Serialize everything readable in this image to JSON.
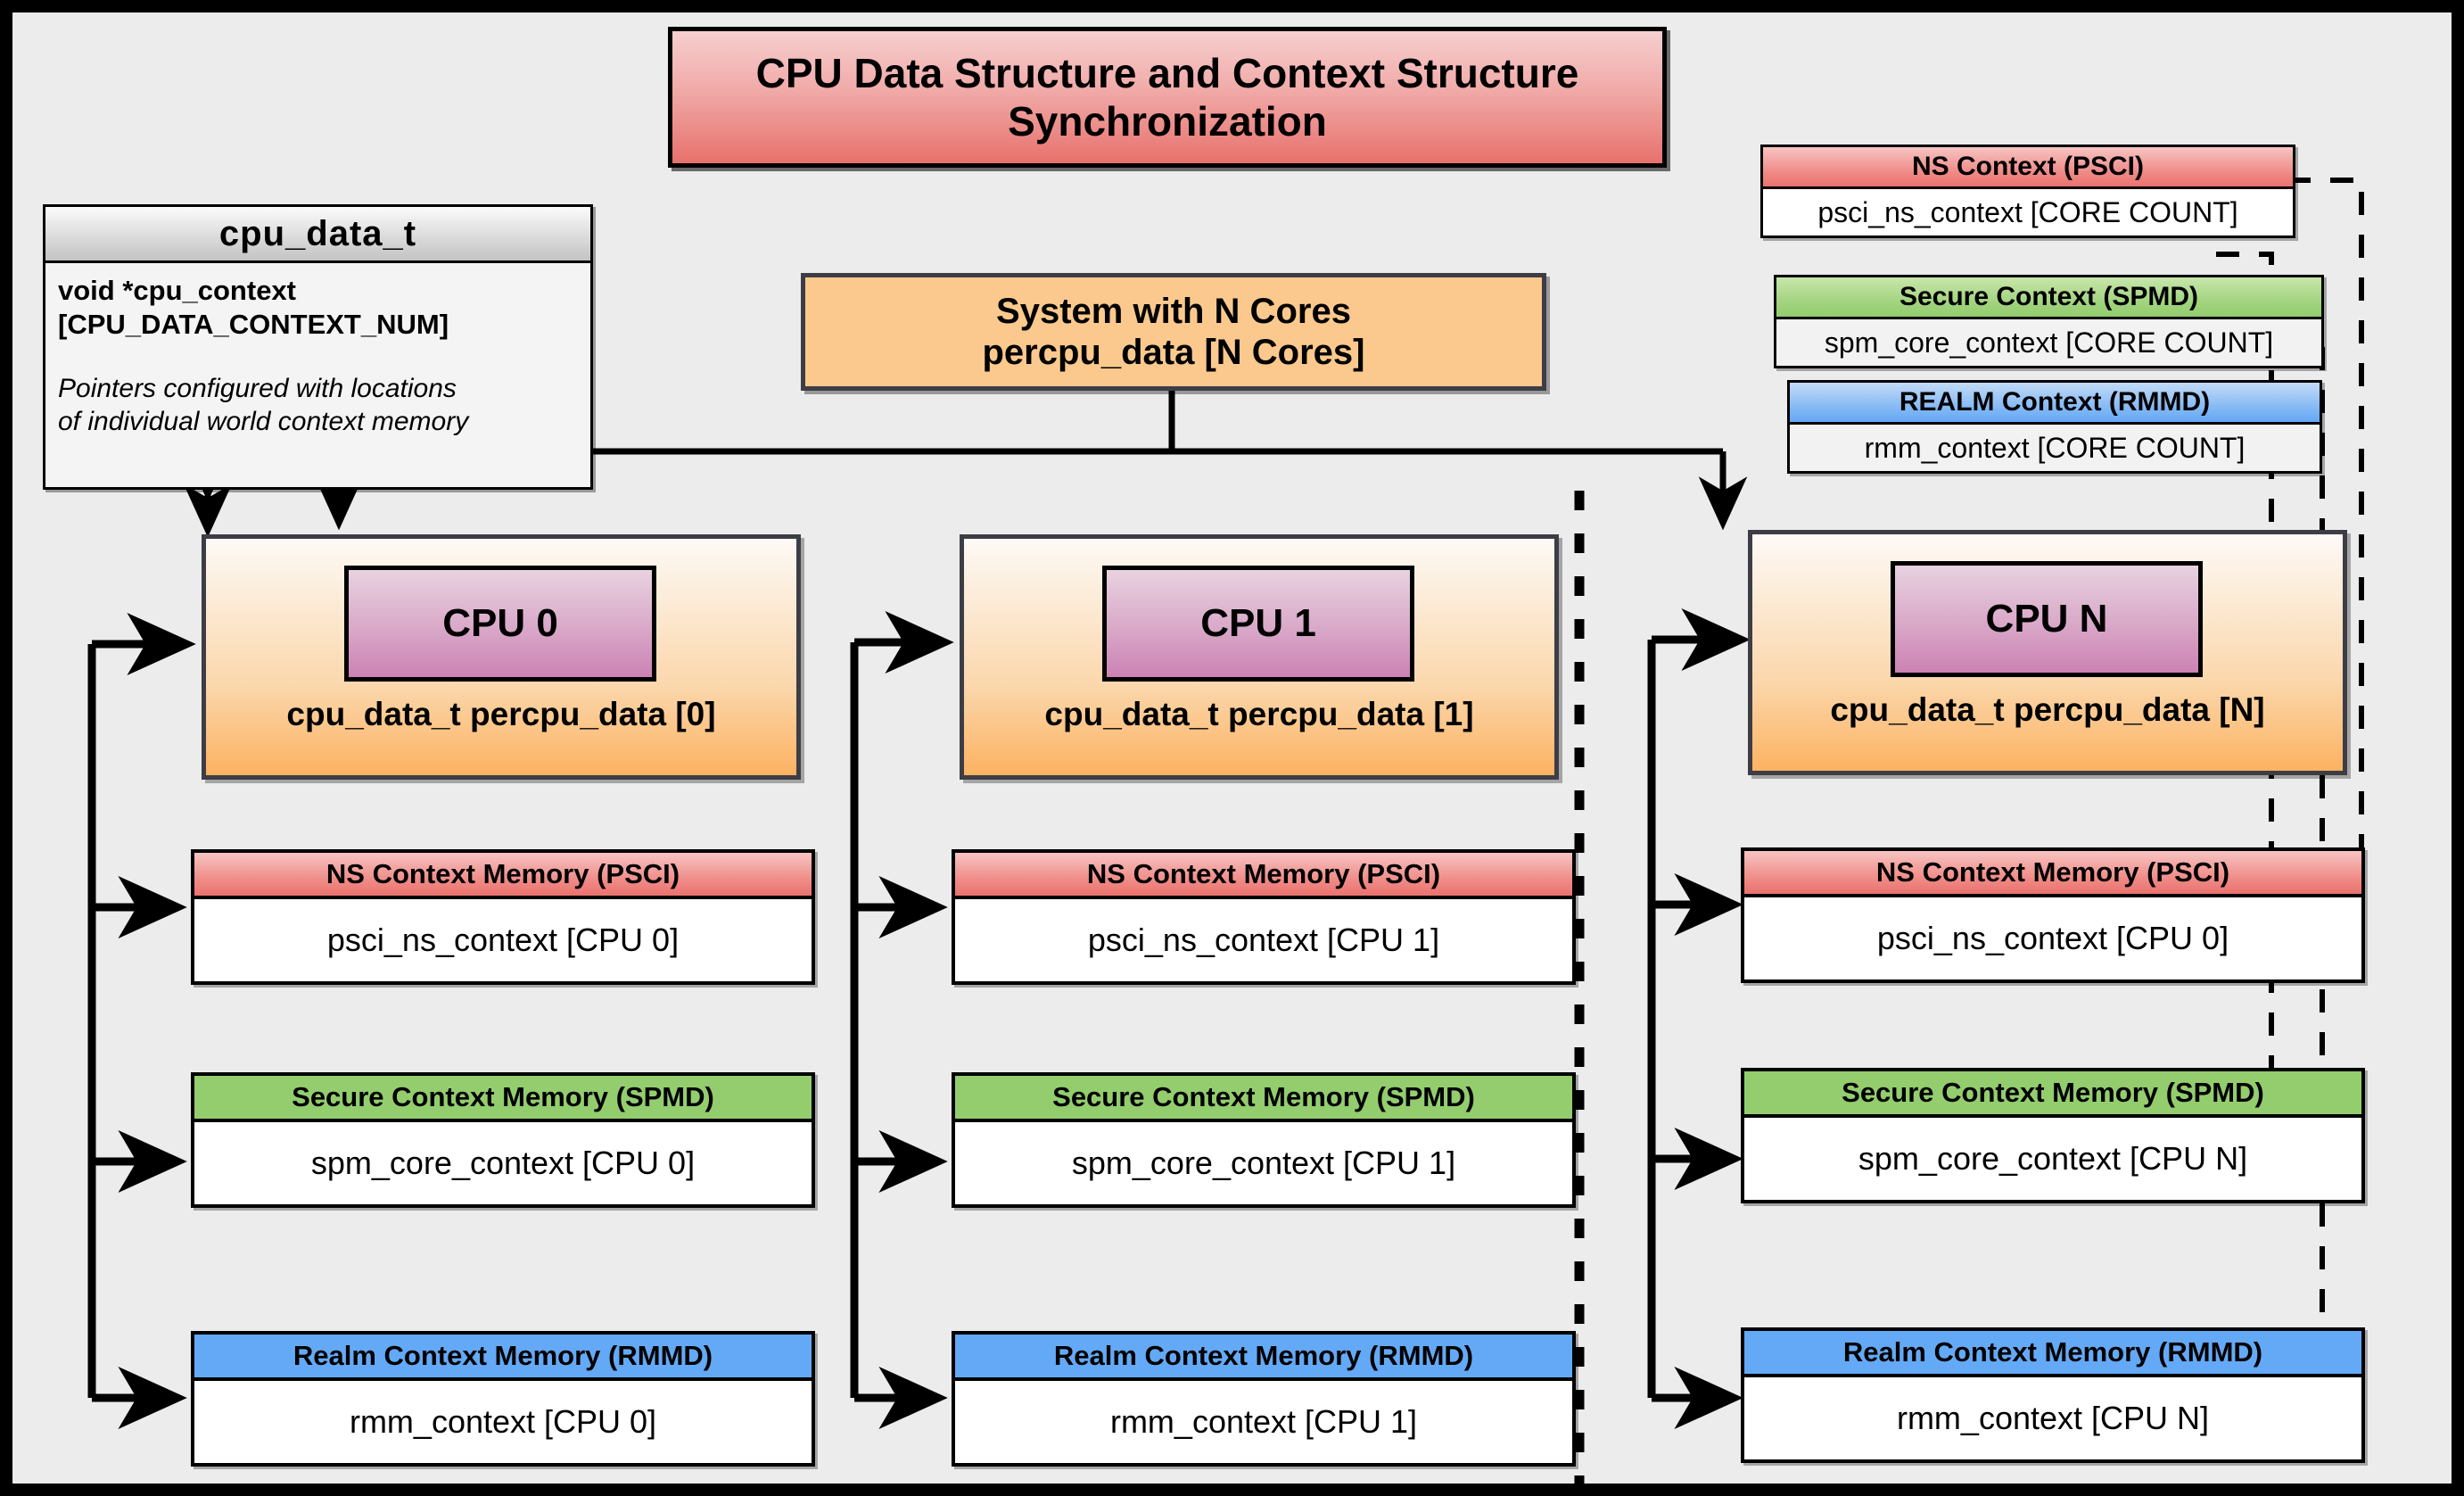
{
  "title": {
    "line1": "CPU Data Structure and Context Structure",
    "line2": "Synchronization"
  },
  "class_box": {
    "name": "cpu_data_t",
    "field": "void  *cpu_context\n[CPU_DATA_CONTEXT_NUM]",
    "note": "Pointers configured with locations\nof individual world context memory"
  },
  "system": {
    "line1": "System with N Cores",
    "line2": "percpu_data [N Cores]"
  },
  "global_contexts": [
    {
      "id": "ns",
      "header": "NS Context  (PSCI)",
      "body": "psci_ns_context [CORE COUNT]",
      "color": "#ea726e"
    },
    {
      "id": "secure",
      "header": "Secure Context (SPMD)",
      "body": "spm_core_context [CORE COUNT]",
      "color": "#93cd6e"
    },
    {
      "id": "realm",
      "header": "REALM Context (RMMD)",
      "body": "rmm_context [CORE COUNT]",
      "color": "#64a9f6"
    }
  ],
  "cpus": [
    {
      "chip": "CPU 0",
      "caption": "cpu_data_t percpu_data [0]",
      "contexts": [
        {
          "id": "ns",
          "header": "NS Context Memory (PSCI)",
          "body": "psci_ns_context [CPU 0]",
          "color": "#ea726e"
        },
        {
          "id": "secure",
          "header": "Secure Context Memory (SPMD)",
          "body": "spm_core_context [CPU 0]",
          "color": "#93cd6e"
        },
        {
          "id": "realm",
          "header": "Realm Context Memory (RMMD)",
          "body": "rmm_context [CPU 0]",
          "color": "#64a9f6"
        }
      ]
    },
    {
      "chip": "CPU 1",
      "caption": "cpu_data_t percpu_data [1]",
      "contexts": [
        {
          "id": "ns",
          "header": "NS Context Memory (PSCI)",
          "body": "psci_ns_context [CPU 1]",
          "color": "#ea726e"
        },
        {
          "id": "secure",
          "header": "Secure Context Memory (SPMD)",
          "body": "spm_core_context [CPU 1]",
          "color": "#93cd6e"
        },
        {
          "id": "realm",
          "header": "Realm Context Memory (RMMD)",
          "body": "rmm_context [CPU 1]",
          "color": "#64a9f6"
        }
      ]
    },
    {
      "chip": "CPU N",
      "caption": "cpu_data_t percpu_data [N]",
      "contexts": [
        {
          "id": "ns",
          "header": "NS Context Memory (PSCI)",
          "body": "psci_ns_context [CPU 0]",
          "color": "#ea726e"
        },
        {
          "id": "secure",
          "header": "Secure Context Memory (SPMD)",
          "body": "spm_core_context [CPU N]",
          "color": "#93cd6e"
        },
        {
          "id": "realm",
          "header": "Realm Context Memory (RMMD)",
          "body": "rmm_context [CPU N]",
          "color": "#64a9f6"
        }
      ]
    }
  ],
  "colors": {
    "canvas": "#ececec",
    "frame": "#000000",
    "title_accent": "#e8716c",
    "cpu_fill": "#fcb261",
    "chip_fill": "#cc82b4",
    "ns": "#ea726e",
    "secure": "#93cd6e",
    "realm": "#64a9f6"
  }
}
